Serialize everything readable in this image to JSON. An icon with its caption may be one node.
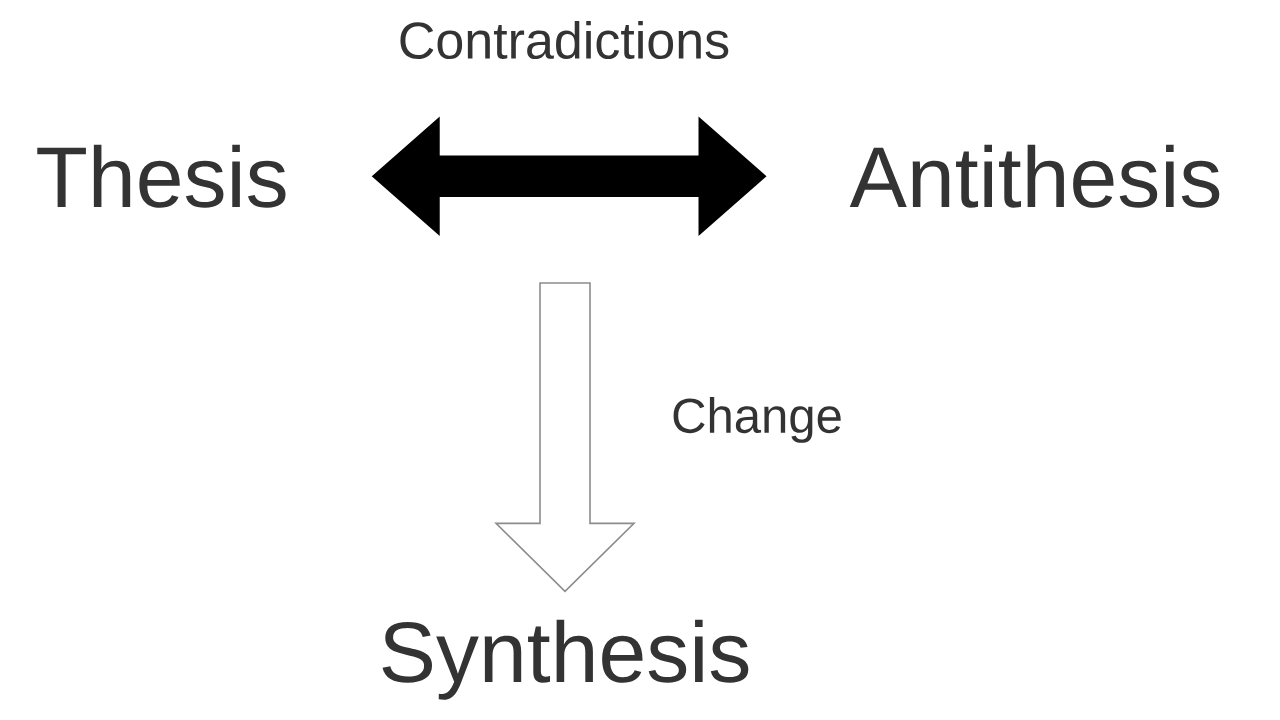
{
  "diagram": {
    "nodes": [
      {
        "text": [
          "Thesis"
        ]
      },
      {
        "text": [
          "Antithesis"
        ]
      },
      {
        "text": [
          "Synthesis"
        ]
      }
    ],
    "edges": [
      {
        "from": 0,
        "to": 1,
        "arrow": "both",
        "label": "Contradictions",
        "style": "thick",
        "color": "#000000"
      },
      {
        "from": null,
        "to": 2,
        "arrow": "to",
        "label": "Change",
        "style": "thick",
        "color": "#ffffff"
      }
    ]
  }
}
